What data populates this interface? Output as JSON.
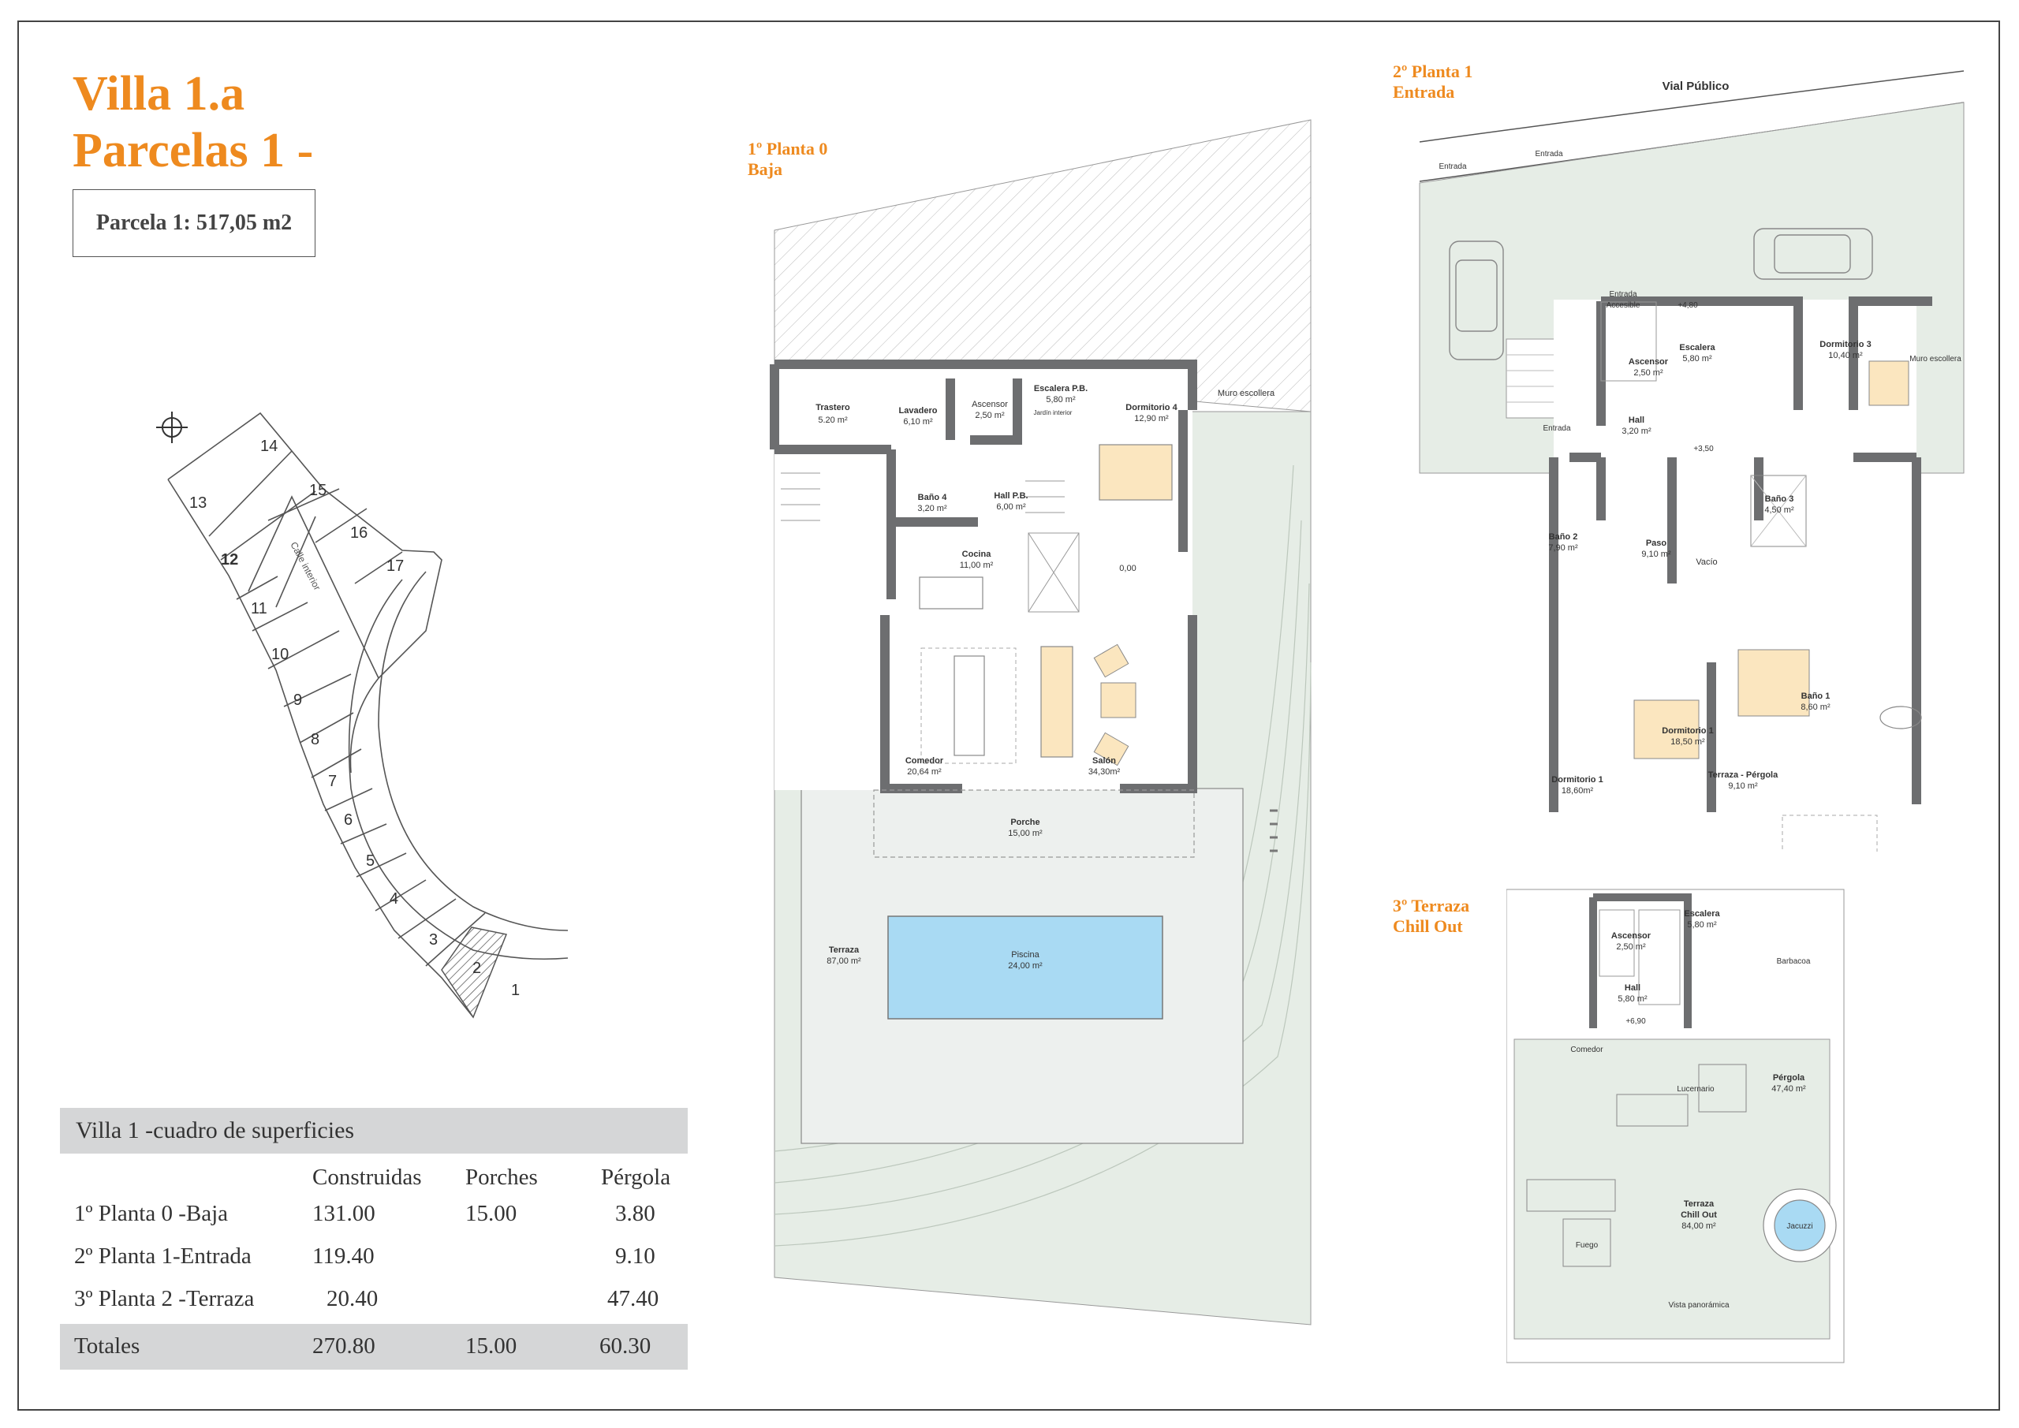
{
  "title": {
    "line1": "Villa 1.a",
    "line2": "Parcelas 1 -"
  },
  "parcel": "Parcela 1: 517,05 m2",
  "floors": {
    "f1": {
      "line1": "1º Planta 0",
      "line2": "Baja"
    },
    "f2": {
      "line1": "2º Planta 1",
      "line2": "Entrada"
    },
    "f3": {
      "line1": "3º Terraza",
      "line2": "Chill Out"
    }
  },
  "site_plan": {
    "plots": [
      "14",
      "13",
      "15",
      "12",
      "16",
      "17",
      "11",
      "10",
      "9",
      "8",
      "7",
      "6",
      "5",
      "4",
      "3",
      "2",
      "1"
    ],
    "street": "Calle interior"
  },
  "plan0": {
    "trastero": "Trastero",
    "trastero_a": "5.20 m²",
    "lavadero": "Lavadero",
    "lavadero_a": "6,10 m²",
    "ascensor": "Ascensor",
    "ascensor_a": "2,50 m²",
    "escalera": "Escalera P.B.",
    "escalera_a": "5,80 m²",
    "jardin": "Jardín interior",
    "dorm4": "Dormitorio 4",
    "dorm4_a": "12,90 m²",
    "muro": "Muro escollera",
    "bano4": "Baño 4",
    "bano4_a": "3,20 m²",
    "hall": "Hall P.B.",
    "hall_a": "6,00 m²",
    "cocina": "Cocina",
    "cocina_a": "11,00 m²",
    "level": "0,00",
    "comedor": "Comedor",
    "comedor_a": "20,64 m²",
    "salon": "Salón",
    "salon_a": "34,30m²",
    "porche": "Porche",
    "porche_a": "15,00 m²",
    "terraza": "Terraza",
    "terraza_a": "87,00 m²",
    "piscina": "Piscina",
    "piscina_a": "24,00 m²"
  },
  "plan1": {
    "vial": "Vial Público",
    "entrada1": "Entrada",
    "entrada2": "Entrada",
    "entrada3": "Entrada",
    "accesible1": "Entrada",
    "accesible2": "Accesible",
    "level1": "+4,80",
    "level2": "+3,50",
    "ascensor": "Ascensor",
    "ascensor_a": "2,50 m²",
    "escalera": "Escalera",
    "escalera_a": "5,80 m²",
    "dorm3": "Dormitorio 3",
    "dorm3_a": "10,40 m²",
    "muro": "Muro escollera",
    "hall": "Hall",
    "hall_a": "3,20 m²",
    "bano2": "Baño 2",
    "bano2_a": "7,90 m²",
    "paso": "Paso",
    "paso_a": "9,10 m²",
    "vacio": "Vacío",
    "bano3": "Baño 3",
    "bano3_a": "4,50 m²",
    "bano1": "Baño 1",
    "bano1_a": "8,60 m²",
    "dorm1a": "Dormitorio 1",
    "dorm1a_a": "18,50 m²",
    "dorm1b": "Dormitorio 1",
    "dorm1b_a": "18,60m²",
    "pergola": "Terraza - Pérgola",
    "pergola_a": "9,10 m²"
  },
  "plan2": {
    "ascensor": "Ascensor",
    "ascensor_a": "2,50 m²",
    "escalera": "Escalera",
    "escalera_a": "5,80 m²",
    "barbacoa": "Barbacoa",
    "hall": "Hall",
    "hall_a": "5,80 m²",
    "level": "+6,90",
    "comedor": "Comedor",
    "lucernario": "Lucernario",
    "pergola": "Pérgola",
    "pergola_a": "47,40 m²",
    "terraza1": "Terraza",
    "terraza2": "Chill Out",
    "terraza_a": "84,00 m²",
    "fuego": "Fuego",
    "jacuzzi": "Jacuzzi",
    "vista": "Vista panorámica"
  },
  "table": {
    "title": "Villa 1 -cuadro de superficies",
    "columns": [
      "Construidas",
      "Porches",
      "Pérgola"
    ],
    "rows": [
      {
        "label": "1º Planta 0 -Baja",
        "c": "131.00",
        "p": "15.00",
        "g": "3.80"
      },
      {
        "label": "2º Planta 1-Entrada",
        "c": "119.40",
        "p": "",
        "g": "9.10"
      },
      {
        "label": "3º Planta 2 -Terraza",
        "c": "20.40",
        "p": "",
        "g": "47.40"
      }
    ],
    "total": {
      "label": "Totales",
      "c": "270.80",
      "p": "15.00",
      "g": "60.30"
    }
  },
  "colors": {
    "accent": "#ee8a1f",
    "green": "#e6ede6",
    "pool": "#a9daf3",
    "bed": "#fbe6bf",
    "wall": "#6d6e70",
    "table_bg": "#d5d6d7"
  }
}
